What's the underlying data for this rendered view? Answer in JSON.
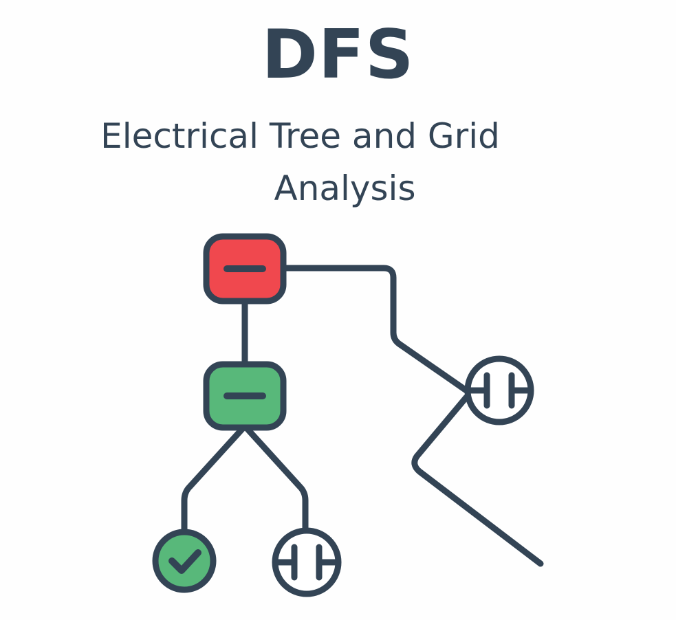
{
  "header": {
    "title": "DFS",
    "subtitle_line1": "Electrical Tree and Grid",
    "subtitle_line2": "Analysis"
  },
  "diagram": {
    "nodes": [
      {
        "id": "root",
        "shape": "rounded-square",
        "icon": "minus-icon",
        "fill": "#f0484e"
      },
      {
        "id": "child",
        "shape": "rounded-square",
        "icon": "minus-icon",
        "fill": "#58b87a"
      },
      {
        "id": "right-junction",
        "shape": "circle",
        "icon": "capacitor-icon",
        "fill": "#ffffff"
      },
      {
        "id": "leaf-ok",
        "shape": "circle",
        "icon": "checkmark-icon",
        "fill": "#58b87a"
      },
      {
        "id": "leaf-cap",
        "shape": "circle",
        "icon": "capacitor-icon",
        "fill": "#ffffff"
      }
    ],
    "colors": {
      "stroke": "#334455",
      "root_fill": "#f0484e",
      "visited_fill": "#58b87a",
      "background": "#fefefe"
    }
  }
}
